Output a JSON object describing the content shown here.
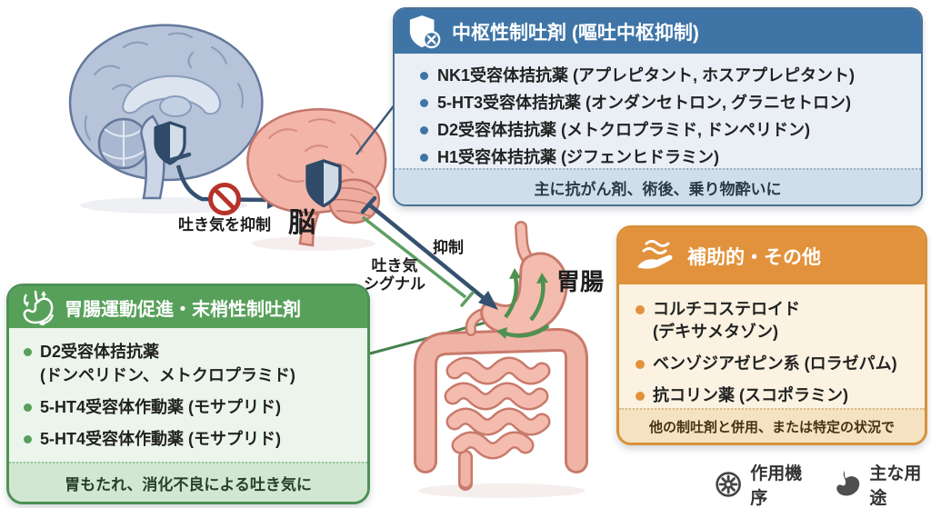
{
  "colors": {
    "central_accent": "#3f75a6",
    "peripheral_accent": "#57a05a",
    "adjunct_accent": "#e2923c",
    "inhibit_line": "#35516f",
    "signal_line": "#5f9e63",
    "prohibition_red": "#b73229"
  },
  "icons": {
    "central_header": "shield-block-icon",
    "peripheral_header": "stomach-motility-icon",
    "adjunct_header": "hand-care-icon",
    "legend_mechanism": "gear-icon",
    "legend_usage": "stomach-icon"
  },
  "panels": {
    "central": {
      "title": "中枢性制吐剤 (嘔吐中枢抑制)",
      "items": [
        "NK1受容体拮抗薬 (アプレピタント, ホスアプレピタント)",
        "5-HT3受容体拮抗薬 (オンダンセトロン, グラニセトロン)",
        "D2受容体拮抗薬 (メトクロプラミド, ドンペリドン)",
        "H1受容体拮抗薬 (ジフェンヒドラミン)"
      ],
      "footer": "主に抗がん剤、術後、乗り物酔いに"
    },
    "peripheral": {
      "title": "胃腸運動促進・末梢性制吐剤",
      "items": [
        "D2受容体拮抗薬\n(ドンペリドン、メトクロプラミド)",
        "5-HT4受容体作動薬 (モサプリド)",
        "5-HT4受容体作動薬 (モサプリド)"
      ],
      "footer": "胃もたれ、消化不良による吐き気に"
    },
    "adjunct": {
      "title": "補助的・その他",
      "items": [
        "コルチコステロイド\n(デキサメタゾン)",
        "ベンゾジアゼピン系 (ロラゼパム)",
        "抗コリン薬 (スコポラミン)"
      ],
      "footer": "他の制吐剤と併用、または特定の状況で"
    }
  },
  "labels": {
    "suppress_nausea": "吐き気を抑制",
    "brain": "脳",
    "inhibit": "抑制",
    "nausea_signal": "吐き気\nシグナル",
    "gi": "胃腸"
  },
  "legend": {
    "mechanism": "作用機序",
    "usage": "主な用途"
  }
}
